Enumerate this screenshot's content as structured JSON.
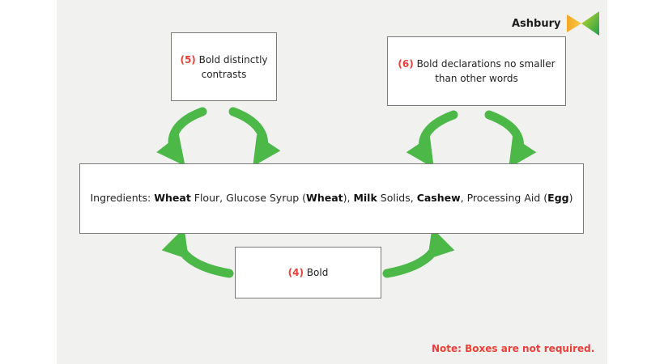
{
  "logo": {
    "brand": "Ashbury",
    "colors": [
      "#f5a623",
      "#7bc043",
      "#1f9e4d"
    ]
  },
  "box5": {
    "num": "(5)",
    "text_line1": " Bold distinctly",
    "text_line2": "contrasts"
  },
  "box6": {
    "num": "(6)",
    "text_line1": " Bold declarations no smaller",
    "text_line2": "than other words"
  },
  "box4": {
    "num": "(4)",
    "text": " Bold"
  },
  "ingredients": {
    "prefix": "Ingredients: ",
    "a1": "Wheat",
    "t1": " Flour, Glucose Syrup (",
    "a2": "Wheat",
    "t2": "), ",
    "a3": "Milk",
    "t3": " Solids, ",
    "a4": "Cashew",
    "t4": ", Processing Aid (",
    "a5": "Egg",
    "t5": ")"
  },
  "note": "Note: Boxes are not required.",
  "colors": {
    "arrow": "#4cb848",
    "accent_red": "#e8413a",
    "panel_bg": "#f1f1ef"
  }
}
